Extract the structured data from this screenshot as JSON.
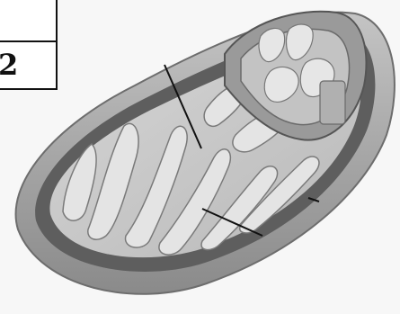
{
  "figure": {
    "subject": "mitochondrion",
    "label_table": {
      "rows": [
        {
          "value": ""
        },
        {
          "value": "2"
        }
      ]
    },
    "leader_lines": 3
  },
  "colors": {
    "background": "#f7f7f7",
    "outer_membrane": "#a9a9a9",
    "intermembrane_space": "#5e5e5e",
    "matrix": "#c9c9c9",
    "cristae": "#e4e4e4",
    "line": "#111111"
  }
}
